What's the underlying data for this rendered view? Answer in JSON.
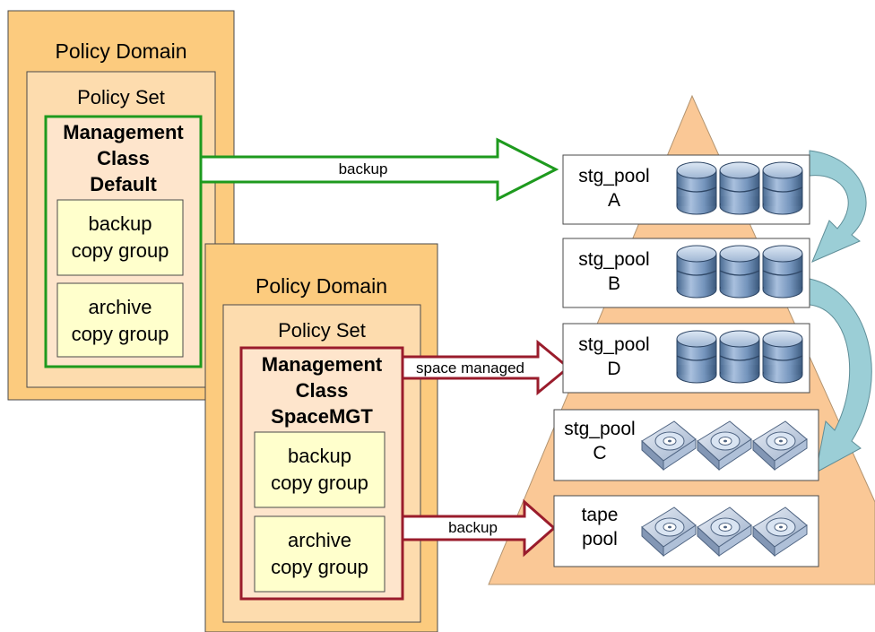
{
  "colors": {
    "domain_fill": "#FCCB7E",
    "set_fill": "#FDDCAE",
    "class_fill": "#FEE5CC",
    "group_fill": "#FFFFCC",
    "pyramid_fill": "#FAC896",
    "default_border": "#1E9A1E",
    "spacemgt_border": "#9A1C2C",
    "migrate_arrow": "#9BCED6"
  },
  "policy_default": {
    "domain_label": "Policy Domain",
    "set_label": "Policy Set",
    "class_line1": "Management",
    "class_line2": "Class",
    "class_line3": "Default",
    "backup_group_line1": "backup",
    "backup_group_line2": "copy group",
    "archive_group_line1": "archive",
    "archive_group_line2": "copy group"
  },
  "policy_spacemgt": {
    "domain_label": "Policy Domain",
    "set_label": "Policy Set",
    "class_line1": "Management",
    "class_line2": "Class",
    "class_line3": "SpaceMGT",
    "backup_group_line1": "backup",
    "backup_group_line2": "copy group",
    "archive_group_line1": "archive",
    "archive_group_line2": "copy group"
  },
  "arrows": {
    "default_backup": "backup",
    "space_managed": "space managed",
    "spacemgt_backup": "backup"
  },
  "pools": [
    {
      "line1": "stg_pool",
      "line2": "A",
      "media": "disk-icon"
    },
    {
      "line1": "stg_pool",
      "line2": "B",
      "media": "disk-icon"
    },
    {
      "line1": "stg_pool",
      "line2": "D",
      "media": "disk-icon"
    },
    {
      "line1": "stg_pool",
      "line2": "C",
      "media": "tape-drive-icon"
    },
    {
      "line1": "tape",
      "line2": "pool",
      "media": "tape-drive-icon"
    }
  ]
}
